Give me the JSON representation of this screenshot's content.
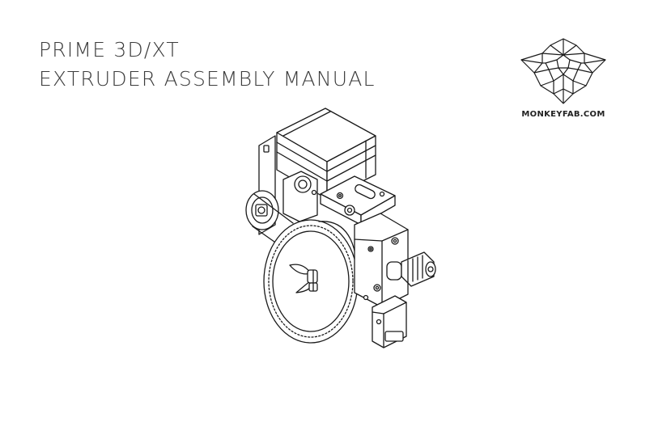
{
  "cover": {
    "title_line1": "PRIME 3D/XT",
    "title_line2": "EXTRUDER ASSEMBLY MANUAL"
  },
  "logo": {
    "text": "MONKEYFAB.COM",
    "icon": "geometric-monkey-face-icon"
  },
  "illustration": {
    "icon": "extruder-assembly-drawing"
  },
  "colors": {
    "text": "#3c3c3c",
    "line": "#1a1a1a",
    "background": "#ffffff"
  }
}
